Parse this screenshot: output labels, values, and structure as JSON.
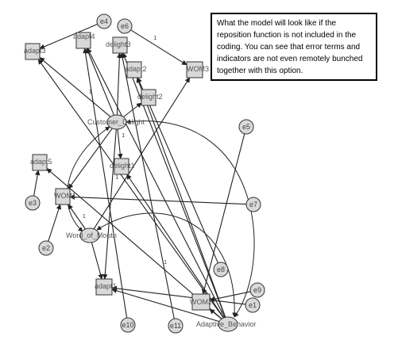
{
  "note": {
    "text": "What the model will look like if the reposition function is not included in the coding. You can see that error terms and indicators are not even remotely bunched together with this option."
  },
  "latents": [
    {
      "id": "customer_delight",
      "label": "Customer_Delight"
    },
    {
      "id": "word_of_mouth",
      "label": "Word_of_Mouth"
    },
    {
      "id": "adaptive_behavior",
      "label": "Adaptive_Behavior"
    }
  ],
  "indicators": [
    {
      "id": "adapt3a",
      "label": "adapt3"
    },
    {
      "id": "adapt4",
      "label": "adapt4"
    },
    {
      "id": "delight3",
      "label": "delight3"
    },
    {
      "id": "adapt2",
      "label": "adapt2"
    },
    {
      "id": "wom3",
      "label": "WOM3"
    },
    {
      "id": "delight2",
      "label": "delight2"
    },
    {
      "id": "adapt5",
      "label": "adapt5"
    },
    {
      "id": "delight1",
      "label": "delight1"
    },
    {
      "id": "wom1",
      "label": "WOM1"
    },
    {
      "id": "adapt1",
      "label": "adapt1"
    },
    {
      "id": "wom2",
      "label": "WOM2"
    }
  ],
  "errors": [
    {
      "id": "e4",
      "label": "e4"
    },
    {
      "id": "e6",
      "label": "e6"
    },
    {
      "id": "e5",
      "label": "e5"
    },
    {
      "id": "e3",
      "label": "e3"
    },
    {
      "id": "e7",
      "label": "e7"
    },
    {
      "id": "e2",
      "label": "e2"
    },
    {
      "id": "e8",
      "label": "e8"
    },
    {
      "id": "e9",
      "label": "e9"
    },
    {
      "id": "e1",
      "label": "e1"
    },
    {
      "id": "e10",
      "label": "e10"
    },
    {
      "id": "e11",
      "label": "e11"
    }
  ],
  "path_label": "1",
  "colors": {
    "node_fill": "#d9d9d9",
    "node_stroke": "#333333",
    "edge": "#222222",
    "note_border": "#000000"
  }
}
